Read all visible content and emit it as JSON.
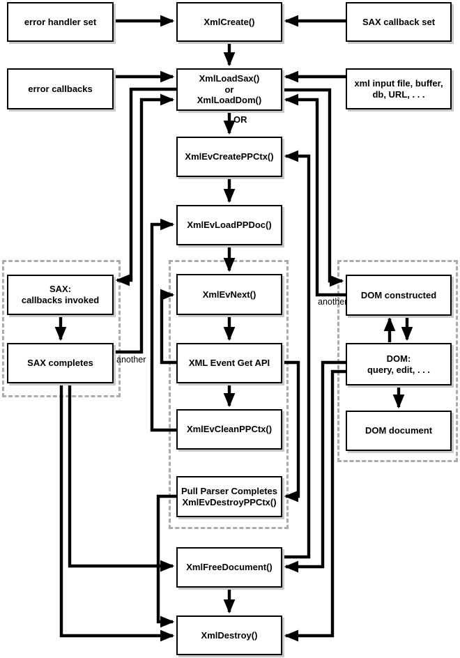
{
  "diagram": {
    "title_hint": "XML parser API call flow (SAX / DOM / Pull parser)",
    "colors": {
      "background": "#ffffff",
      "line": "#000000",
      "box_border": "#000000",
      "box_fill": "#ffffff",
      "box_shadow": "#c9c9c9",
      "dashed_frame": "#ababab",
      "text": "#000000"
    },
    "nodes": {
      "error_handler_set": {
        "label": "error handler set"
      },
      "xml_create": {
        "label": "XmlCreate()"
      },
      "sax_callback_set": {
        "label": "SAX callback set"
      },
      "error_callbacks": {
        "label": "error callbacks"
      },
      "xml_load": {
        "label": "XmlLoadSax()\nor\nXmlLoadDom()"
      },
      "xml_input": {
        "label": "xml input file, buffer,\ndb, URL, . . ."
      },
      "ev_create": {
        "label": "XmlEvCreatePPCtx()"
      },
      "ev_load": {
        "label": "XmlEvLoadPPDoc()"
      },
      "sax_invoked": {
        "label": "SAX:\ncallbacks invoked"
      },
      "ev_next": {
        "label": "XmlEvNext()"
      },
      "dom_constructed": {
        "label": "DOM constructed"
      },
      "sax_completes": {
        "label": "SAX completes"
      },
      "event_get_api": {
        "label": "XML Event Get API"
      },
      "dom_query": {
        "label": "DOM:\nquery, edit, . . ."
      },
      "ev_clean": {
        "label": "XmlEvCleanPPCtx()"
      },
      "dom_document": {
        "label": "DOM document"
      },
      "pull_parser": {
        "label": "Pull Parser Completes\nXmlEvDestroyPPCtx()"
      },
      "free_document": {
        "label": "XmlFreeDocument()"
      },
      "destroy": {
        "label": "XmlDestroy()"
      }
    },
    "labels": {
      "or": "OR",
      "another_sax": "another",
      "another_dom": "another"
    },
    "groups": [
      {
        "name": "sax-group",
        "members": [
          "sax_invoked",
          "sax_completes"
        ]
      },
      {
        "name": "pull-parser-group",
        "members": [
          "ev_next",
          "event_get_api",
          "ev_clean",
          "pull_parser"
        ]
      },
      {
        "name": "dom-group",
        "members": [
          "dom_constructed",
          "dom_query",
          "dom_document"
        ]
      }
    ],
    "edges": [
      {
        "from": "error_handler_set",
        "to": "xml_create"
      },
      {
        "from": "sax_callback_set",
        "to": "xml_create"
      },
      {
        "from": "xml_create",
        "to": "xml_load"
      },
      {
        "from": "error_callbacks",
        "to": "xml_load"
      },
      {
        "from": "xml_input",
        "to": "xml_load"
      },
      {
        "from": "xml_load",
        "to": "ev_create",
        "label": "OR"
      },
      {
        "from": "ev_create",
        "to": "ev_load"
      },
      {
        "from": "ev_load",
        "to": "ev_next"
      },
      {
        "from": "ev_next",
        "to": "event_get_api"
      },
      {
        "from": "event_get_api",
        "to": "ev_next"
      },
      {
        "from": "event_get_api",
        "to": "ev_clean"
      },
      {
        "from": "event_get_api",
        "to": "pull_parser"
      },
      {
        "from": "ev_clean",
        "to": "ev_load"
      },
      {
        "from": "xml_load",
        "to": "sax_invoked"
      },
      {
        "from": "sax_invoked",
        "to": "sax_completes"
      },
      {
        "from": "sax_completes",
        "to": "xml_load",
        "label": "another"
      },
      {
        "from": "sax_completes",
        "to": "free_document"
      },
      {
        "from": "sax_completes",
        "to": "destroy"
      },
      {
        "from": "xml_load",
        "to": "dom_constructed"
      },
      {
        "from": "dom_constructed",
        "to": "xml_load",
        "label": "another"
      },
      {
        "from": "dom_query",
        "to": "dom_constructed"
      },
      {
        "from": "dom_constructed",
        "to": "dom_query"
      },
      {
        "from": "dom_query",
        "to": "dom_document"
      },
      {
        "from": "dom_query",
        "to": "free_document"
      },
      {
        "from": "dom_query",
        "to": "destroy"
      },
      {
        "from": "pull_parser",
        "to": "destroy"
      },
      {
        "from": "free_document",
        "to": "ev_create"
      },
      {
        "from": "free_document",
        "to": "destroy"
      }
    ]
  }
}
